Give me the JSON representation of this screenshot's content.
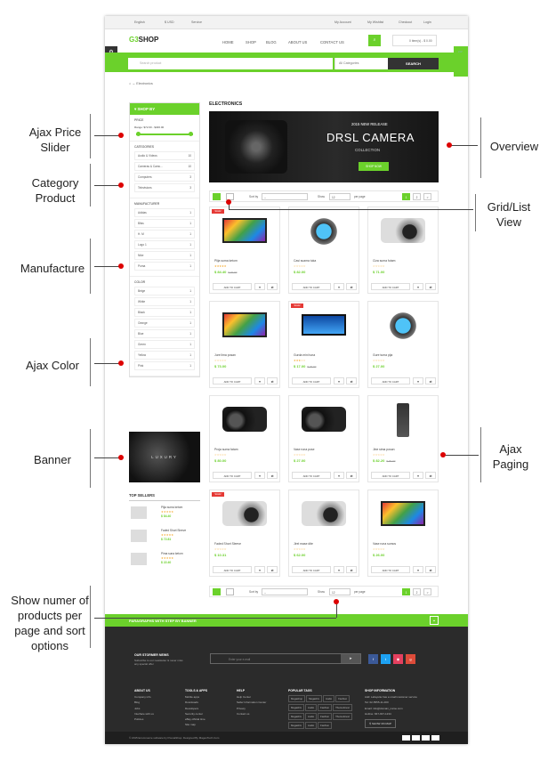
{
  "annotations": {
    "left": [
      "Ajax Price Slider",
      "Category Product",
      "Manufacture",
      "Ajax Color",
      "Banner",
      "Show numer of products per page and sort options"
    ],
    "right": [
      "Overview",
      "Grid/List View",
      "Ajax Paging"
    ]
  },
  "topbar": {
    "lang": "English",
    "currency": "$ USD",
    "service": "Service",
    "account": "My Account",
    "wishlist": "My Wishlist",
    "checkout": "Checkout",
    "login": "Login"
  },
  "header": {
    "logo_a": "G3",
    "logo_b": "SHOP",
    "nav": [
      "HOME",
      "SHOP",
      "BLOG",
      "ABOUT US",
      "CONTACT US"
    ],
    "cart_text": "0 item(s) - $ 0.00"
  },
  "search": {
    "placeholder": "Search product",
    "category": "All Categories",
    "button": "SEARCH"
  },
  "breadcrumb": "Electronics",
  "sidebar": {
    "shop_by": "SHOP BY",
    "price_h": "PRICE",
    "price_range": "Range: $72.00 - $400.00",
    "categories_h": "CATEGORIES",
    "categories": [
      {
        "n": "Audio & Videos",
        "c": "10"
      },
      {
        "n": "Cameras & Camc...",
        "c": "10"
      },
      {
        "n": "Computers",
        "c": "3"
      },
      {
        "n": "Televisions",
        "c": "3"
      }
    ],
    "manufacturer_h": "MANUFACTURER",
    "manufacturers": [
      {
        "n": "Adidas",
        "c": "1"
      },
      {
        "n": "Bliss",
        "c": "1"
      },
      {
        "n": "H. M",
        "c": "1"
      },
      {
        "n": "Logo 1",
        "c": "1"
      },
      {
        "n": "Nike",
        "c": "1"
      },
      {
        "n": "Puma",
        "c": "1"
      }
    ],
    "color_h": "COLOR",
    "colors": [
      {
        "n": "Beige",
        "c": "1"
      },
      {
        "n": "White",
        "c": "1"
      },
      {
        "n": "Black",
        "c": "1"
      },
      {
        "n": "Orange",
        "c": "1"
      },
      {
        "n": "Blue",
        "c": "1"
      },
      {
        "n": "Green",
        "c": "1"
      },
      {
        "n": "Yellow",
        "c": "1"
      },
      {
        "n": "Pink",
        "c": "1"
      }
    ]
  },
  "banner_text": "LUXURY",
  "top_sellers": {
    "title": "TOP SELLERS",
    "items": [
      {
        "name": "Plija suma ketom",
        "stars": "★★★★★",
        "price": "$ 84.40"
      },
      {
        "name": "Faded Short Sleeve",
        "stars": "★★★★★",
        "price": "$ 72.81"
      },
      {
        "name": "Pima suna ketom",
        "stars": "★★★★★",
        "price": "$ 22.40"
      }
    ]
  },
  "main_title": "ELECTRONICS",
  "hero": {
    "line1": "2015 NEW RELEASE",
    "line2": "DRSL CAMERA",
    "line3": "COLLECTION",
    "btn": "SHOP NOW"
  },
  "toolbar": {
    "sortby": "Sort by",
    "sort_value": "--",
    "show": "Show",
    "show_value": "12",
    "per_page": "per page",
    "page1": "1",
    "page2": "2",
    "next": ">"
  },
  "product_ui": {
    "add_to_cart": "ADD TO CART",
    "sale": "SALE!"
  },
  "products": [
    {
      "name": "Plija suma ketom",
      "price": "$ 84.40",
      "old": "$ 40.00",
      "stars": "★★★★★",
      "sale": true,
      "kind": "tv"
    },
    {
      "name": "Casi suama tuka",
      "price": "$ 82.00",
      "old": "",
      "stars": "☆☆☆☆☆",
      "sale": false,
      "kind": "watch"
    },
    {
      "name": "Ciza suma futam",
      "price": "$ 71.00",
      "old": "",
      "stars": "☆☆☆☆☆",
      "sale": false,
      "kind": "camera"
    },
    {
      "name": "Jure lima posan",
      "price": "$ 73.00",
      "old": "",
      "stars": "☆☆☆☆☆",
      "sale": false,
      "kind": "tv"
    },
    {
      "name": "Gurda mini tuna",
      "price": "$ 17.00",
      "old": "$ 20.00",
      "stars": "★★★☆☆",
      "sale": true,
      "kind": "flat"
    },
    {
      "name": "Gure tuma pija",
      "price": "$ 27.00",
      "old": "",
      "stars": "☆☆☆☆☆",
      "sale": false,
      "kind": "watch"
    },
    {
      "name": "Proja suma fatam",
      "price": "$ 80.00",
      "old": "",
      "stars": "☆☆☆☆☆",
      "sale": false,
      "kind": "camcorder"
    },
    {
      "name": "Vase runa pose",
      "price": "$ 27.00",
      "old": "",
      "stars": "☆☆☆☆☆",
      "sale": false,
      "kind": "camcorder"
    },
    {
      "name": "Jine sima posan",
      "price": "$ 82.20",
      "old": "$ 90.00",
      "stars": "☆☆☆☆☆",
      "sale": false,
      "kind": "phone"
    },
    {
      "name": "Faded Short Sleeve",
      "price": "$ 10.31",
      "old": "",
      "stars": "☆☆☆☆☆",
      "sale": true,
      "kind": "camera"
    },
    {
      "name": "Jirel mase dite",
      "price": "$ 62.00",
      "old": "",
      "stars": "☆☆☆☆☆",
      "sale": false,
      "kind": "camera"
    },
    {
      "name": "Vase runa sumos",
      "price": "$ 26.00",
      "old": "",
      "stars": "☆☆☆☆☆",
      "sale": false,
      "kind": "tv"
    }
  ],
  "footer": {
    "green_text": "PARAGRAPHS WITH STEP BY BANNER",
    "newsletter_h": "OUR STORMER NEWS",
    "newsletter_p": "Subscribe to our newsletter & never miss any special offer",
    "email_placeholder": "Enter your e-mail",
    "cols": [
      {
        "h": "ABOUT US",
        "items": [
          "Company info",
          "Blog",
          "Jobs",
          "Interface with us",
          "Policies"
        ]
      },
      {
        "h": "TOOLS & APPS",
        "items": [
          "Mobile apps",
          "Downloads",
          "Developers",
          "Security center",
          "eBay official time",
          "Site map"
        ]
      },
      {
        "h": "HELP",
        "items": [
          "Help Center",
          "Seller Information Center",
          "Privacy",
          "Contact us"
        ]
      }
    ],
    "tags_h": "POPULAR TAGS",
    "tags": [
      "Megashop",
      "Megashix",
      "Audio",
      "Fashion",
      "Megashix",
      "Audio",
      "Fashion",
      "Themeforest",
      "Megashix",
      "Audio",
      "Fashion",
      "Themeforest",
      "Megashix",
      "Audio",
      "Fashion"
    ],
    "info_h": "SHOP INFORMATION",
    "info": [
      "Add: Lafayette has a small customer service",
      "Tel: 02-5555-11-000",
      "Email: info@domain_name.com",
      "Hotline: 847-937-1234"
    ],
    "show_map": "SHOW ON MAP",
    "copyright": "© 2015 Ecommerce software by PrestaShop. Designed By MagenTech.Com"
  },
  "colors": {
    "accent": "#6bd12b",
    "dark": "#2b2b2b"
  }
}
